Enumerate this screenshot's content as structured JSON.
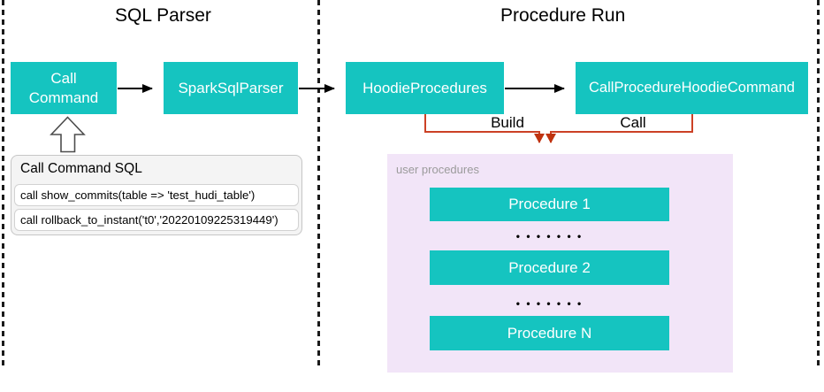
{
  "colors": {
    "box_teal": "#15c4c0",
    "connector_orange": "#cc4125",
    "arrowhead_red": "#bf330f",
    "purple_panel": "#f2e5f8",
    "arrow_black": "#000000",
    "dashed_line": "#1a1a1a",
    "muted_label": "#9b9b9b"
  },
  "sql_parser": {
    "title": "SQL Parser",
    "call_command_node": "Call\nCommand",
    "spark_sql_parser_node": "SparkSqlParser",
    "sql_panel": {
      "title": "Call Command SQL",
      "statements": [
        "call show_commits(table => 'test_hudi_table')",
        "call rollback_to_instant('t0','20220109225319449')"
      ]
    }
  },
  "procedure_run": {
    "title": "Procedure Run",
    "hoodie_procedures_node": "HoodieProcedures",
    "call_procedure_hoodie_command_node": "CallProcedureHoodieCommand",
    "build_label": "Build",
    "call_label": "Call",
    "user_procedures": {
      "label": "user procedures",
      "items": [
        "Procedure 1",
        "Procedure 2",
        "Procedure N"
      ],
      "ellipsis": "• • • • • • •"
    }
  }
}
